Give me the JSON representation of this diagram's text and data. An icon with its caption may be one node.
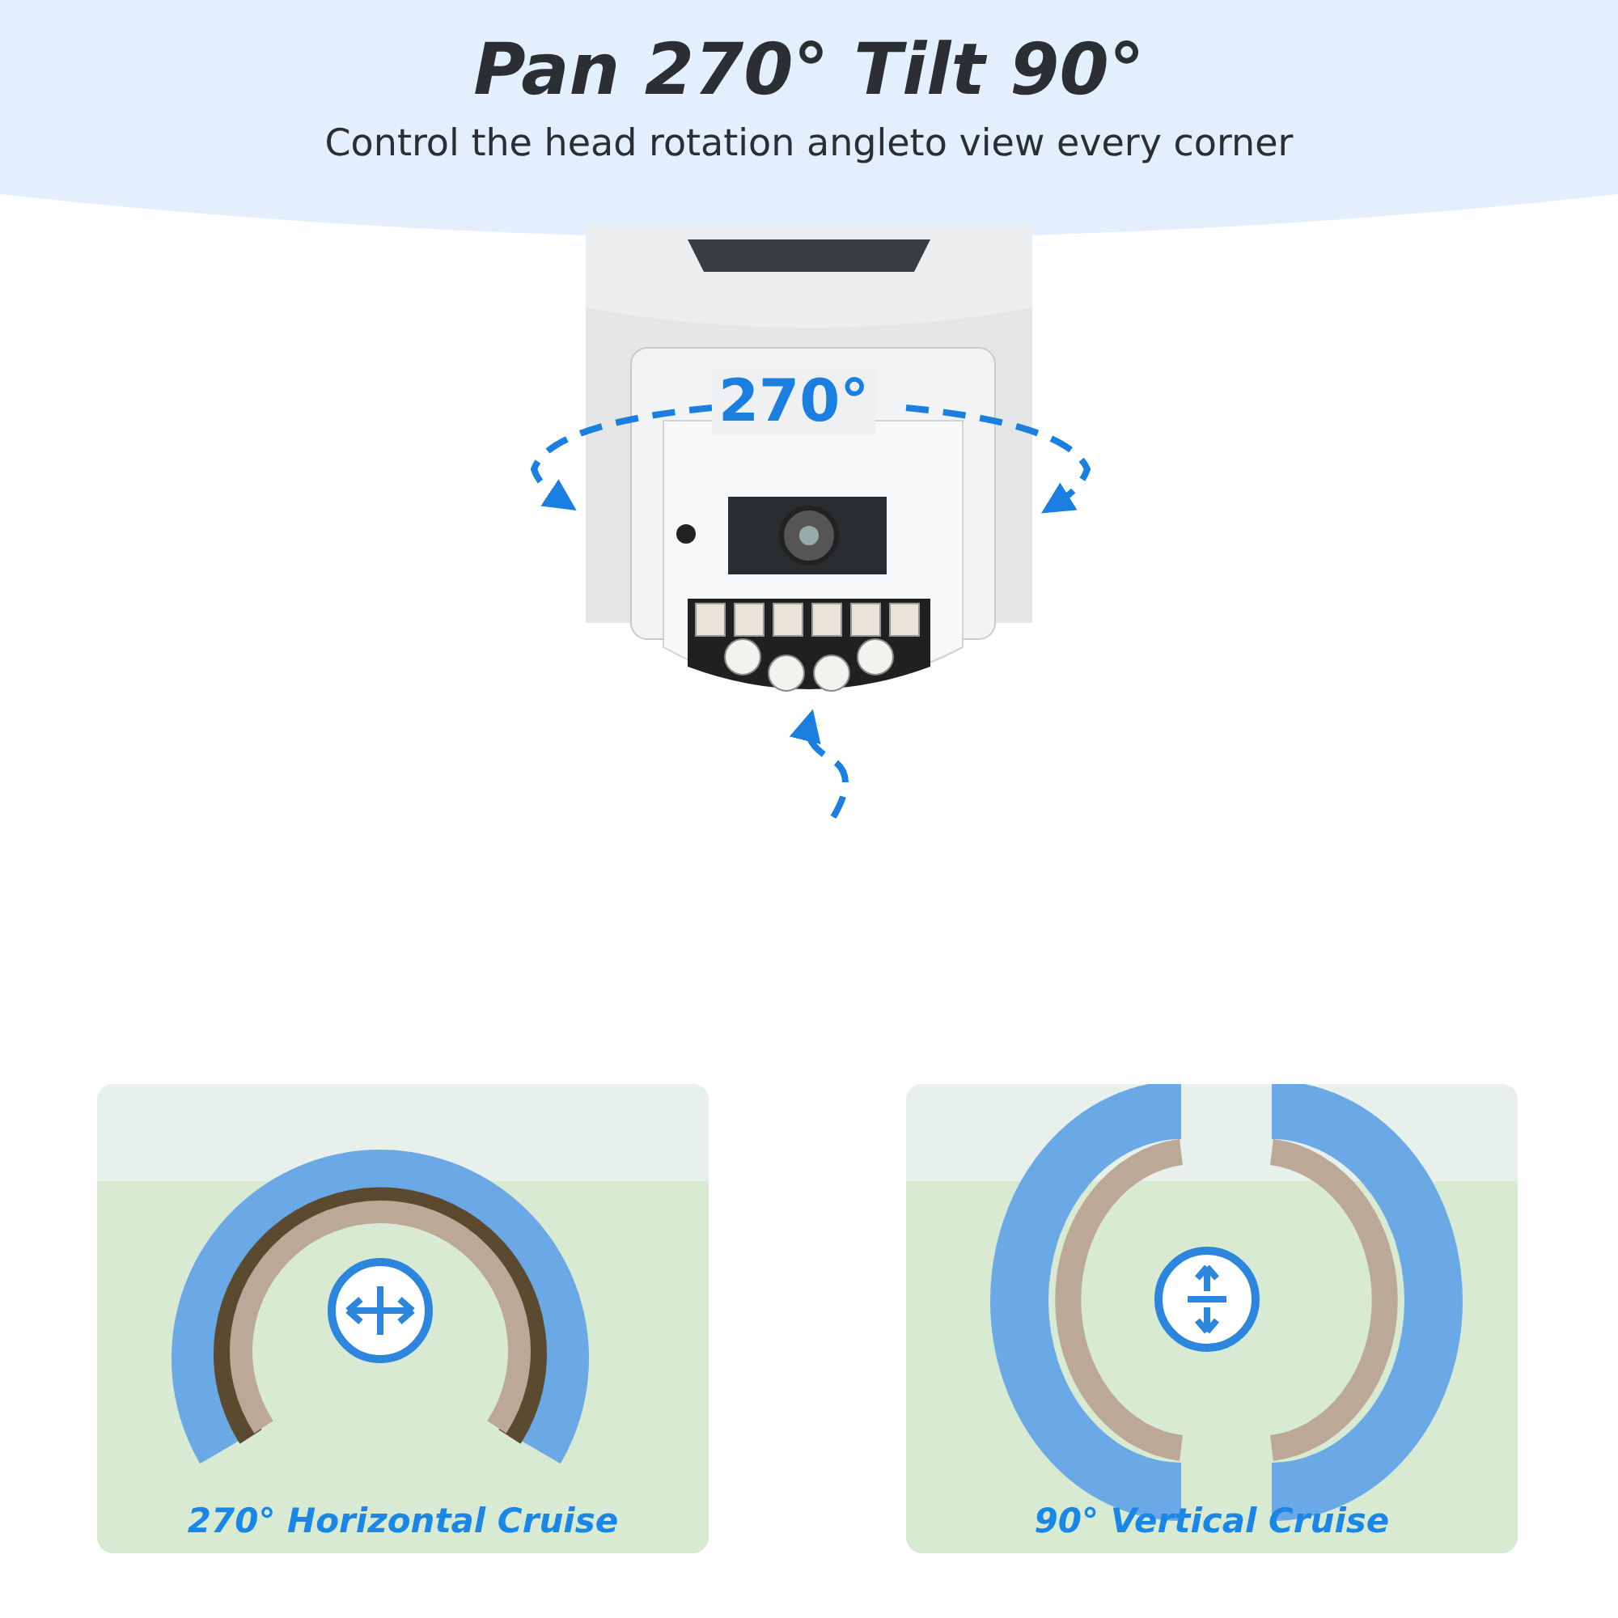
{
  "diagram": {
    "title": "Pan 270° Tilt 90°",
    "nodes": [
      {
        "text": [
          "270° Horizontal Cruise"
        ]
      },
      {
        "text": [
          "90° Vertical Cruise"
        ]
      }
    ],
    "labels": [
      "Control the head rotation angleto view every corner",
      "270°"
    ]
  }
}
